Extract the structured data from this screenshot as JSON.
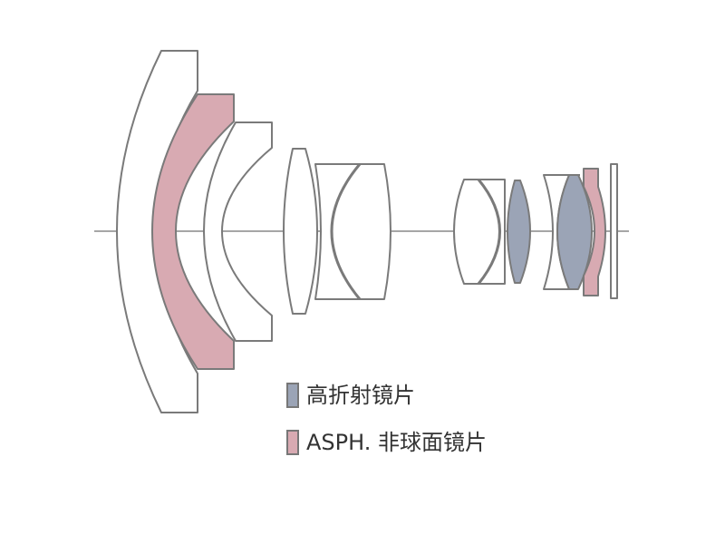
{
  "colors": {
    "outline": "#7a7a7a",
    "axis": "#888888",
    "high_index": "#9ba4b6",
    "aspherical": "#d8aab2",
    "background": "#ffffff"
  },
  "legend": {
    "items": [
      {
        "label": "高折射镜片",
        "color": "#9ba4b6"
      },
      {
        "label": "ASPH. 非球面镜片",
        "color": "#d8aab2"
      }
    ]
  },
  "elements": [
    {
      "name": "lens-element-1",
      "type": "spherical"
    },
    {
      "name": "lens-element-2",
      "type": "aspherical"
    },
    {
      "name": "lens-element-3",
      "type": "spherical"
    },
    {
      "name": "lens-element-4",
      "type": "spherical"
    },
    {
      "name": "lens-element-5",
      "type": "spherical"
    },
    {
      "name": "lens-element-6",
      "type": "spherical"
    },
    {
      "name": "lens-element-7",
      "type": "high-index"
    },
    {
      "name": "lens-element-8",
      "type": "spherical"
    },
    {
      "name": "lens-element-9",
      "type": "high-index"
    },
    {
      "name": "lens-element-10",
      "type": "aspherical"
    },
    {
      "name": "sensor-filter",
      "type": "filter"
    }
  ]
}
